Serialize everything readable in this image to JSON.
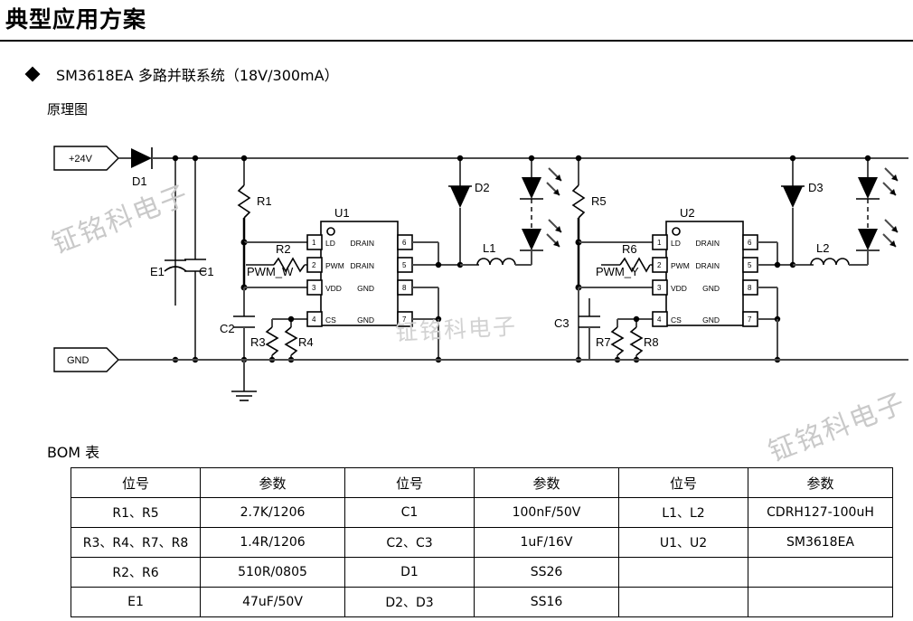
{
  "header": {
    "title": "典型应用方案",
    "bullet_item": "SM3618EA 多路并联系统（18V/300mA）",
    "sub_heading": "原理图"
  },
  "watermark": {
    "text": "钲铭科电子"
  },
  "schematic": {
    "ports": {
      "vin": "+24V",
      "gnd": "GND"
    },
    "labels": {
      "d1": "D1",
      "d2": "D2",
      "d3": "D3",
      "e1": "E1",
      "c1": "C1",
      "c2": "C2",
      "c3": "C3",
      "r1": "R1",
      "r2": "R2",
      "r3": "R3",
      "r4": "R4",
      "r5": "R5",
      "r6": "R6",
      "r7": "R7",
      "r8": "R8",
      "l1": "L1",
      "l2": "L2",
      "u1": "U1",
      "u2": "U2",
      "pwm_w": "PWM_W",
      "pwm_y": "PWM_Y"
    },
    "ic_pins": {
      "left": [
        {
          "num": "1",
          "name": "LD"
        },
        {
          "num": "2",
          "name": "PWM"
        },
        {
          "num": "3",
          "name": "VDD"
        },
        {
          "num": "4",
          "name": "CS"
        }
      ],
      "right": [
        {
          "num": "6",
          "name": "DRAIN"
        },
        {
          "num": "5",
          "name": "DRAIN"
        },
        {
          "num": "8",
          "name": "GND"
        },
        {
          "num": "7",
          "name": "GND"
        }
      ]
    }
  },
  "bom": {
    "label": "BOM 表",
    "headers": [
      "位号",
      "参数",
      "位号",
      "参数",
      "位号",
      "参数"
    ],
    "rows": [
      [
        "R1、R5",
        "2.7K/1206",
        "C1",
        "100nF/50V",
        "L1、L2",
        "CDRH127-100uH"
      ],
      [
        "R3、R4、R7、R8",
        "1.4R/1206",
        "C2、C3",
        "1uF/16V",
        "U1、U2",
        "SM3618EA"
      ],
      [
        "R2、R6",
        "510R/0805",
        "D1",
        "SS26",
        "",
        ""
      ],
      [
        "E1",
        "47uF/50V",
        "D2、D3",
        "SS16",
        "",
        ""
      ]
    ]
  }
}
